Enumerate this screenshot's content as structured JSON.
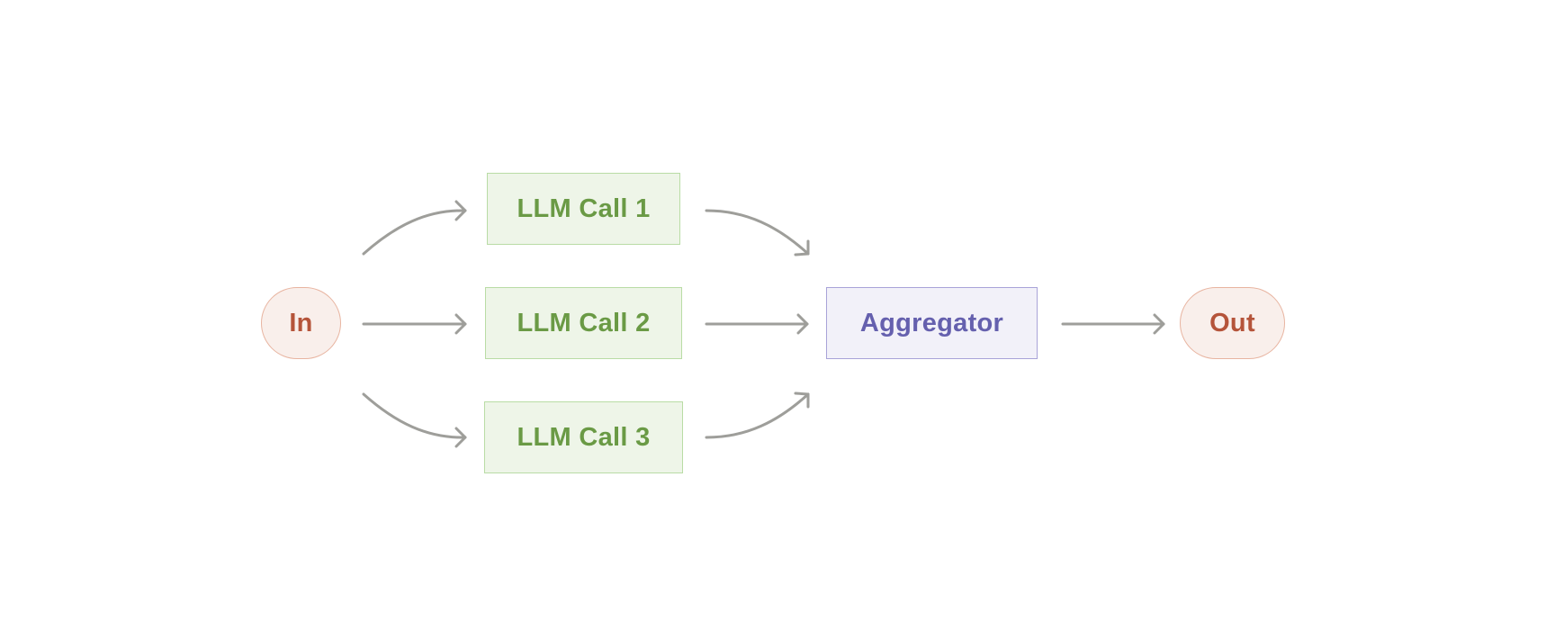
{
  "diagram": {
    "type": "flowchart",
    "nodes": [
      {
        "id": "in",
        "label": "In"
      },
      {
        "id": "l1",
        "label": "LLM Call 1"
      },
      {
        "id": "l2",
        "label": "LLM Call 2"
      },
      {
        "id": "l3",
        "label": "LLM Call 3"
      },
      {
        "id": "agg",
        "label": "Aggregator"
      },
      {
        "id": "out",
        "label": "Out"
      }
    ],
    "edges": [
      {
        "from": "in",
        "to": "l1"
      },
      {
        "from": "in",
        "to": "l2"
      },
      {
        "from": "in",
        "to": "l3"
      },
      {
        "from": "l1",
        "to": "agg"
      },
      {
        "from": "l2",
        "to": "agg"
      },
      {
        "from": "l3",
        "to": "agg"
      },
      {
        "from": "agg",
        "to": "out"
      }
    ]
  },
  "colors": {
    "terminal_fill": "#f9efeb",
    "terminal_border": "#e8b4a0",
    "terminal_text": "#b5543a",
    "llm_fill": "#eef5e8",
    "llm_border": "#b9dca5",
    "llm_text": "#6a9a45",
    "aggregator_fill": "#f2f1f9",
    "aggregator_border": "#a9a3d8",
    "aggregator_text": "#6560ae",
    "arrow": "#9e9e9a"
  }
}
